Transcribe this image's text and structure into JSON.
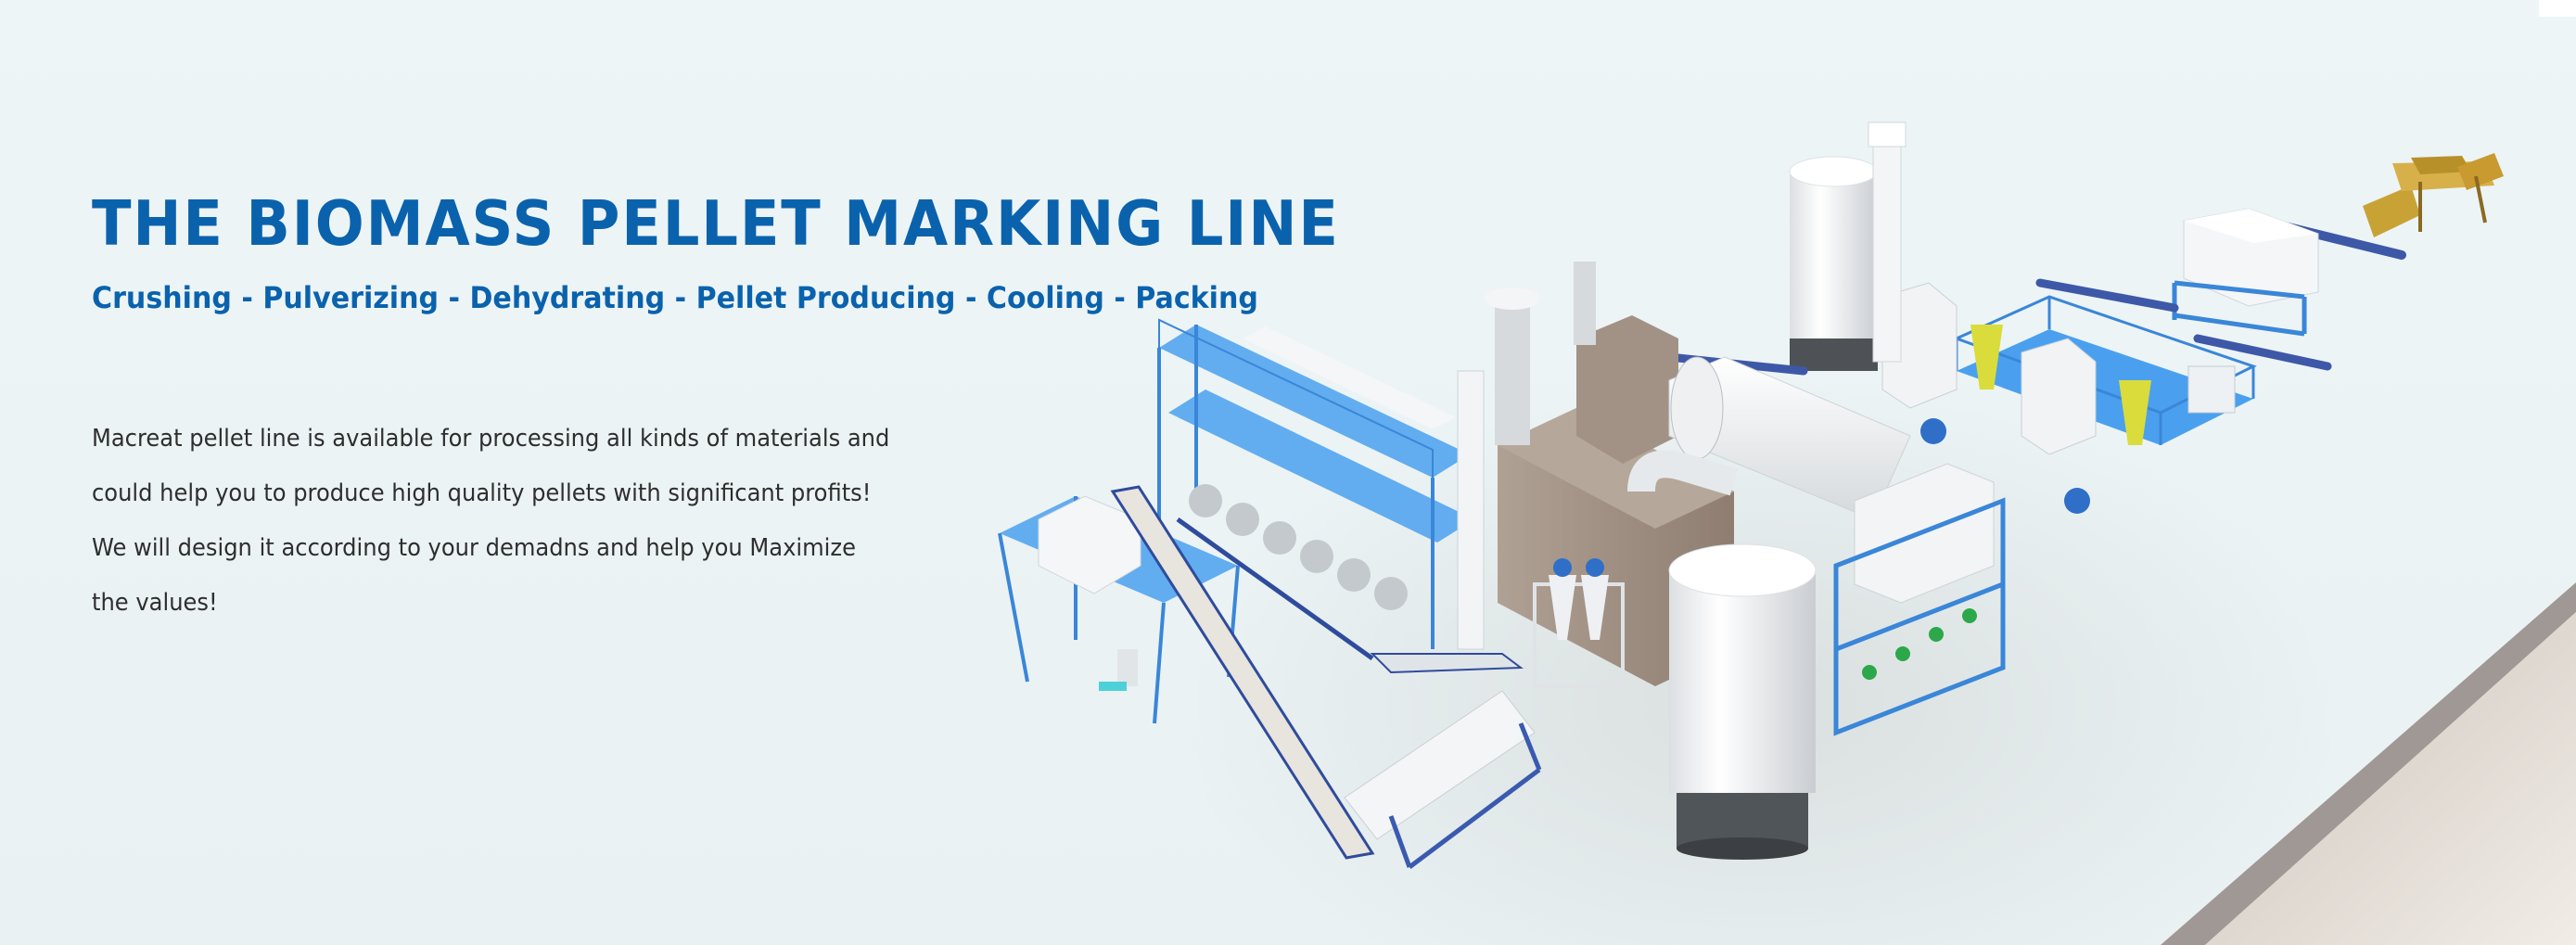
{
  "hero": {
    "title": "THE BIOMASS PELLET MARKING LINE",
    "subtitle": "Crushing - Pulverizing - Dehydrating - Pellet Producing - Cooling - Packing",
    "description_lines": [
      "Macreat pellet line is available for processing all kinds of materials and",
      "could help you to produce high quality pellets with significant profits!",
      "We will design it according to your demadns and help you Maximize",
      "the values!"
    ]
  },
  "illustration": {
    "subject": "biomass pellet production line 3D rendering",
    "equipment": [
      "wood-crusher",
      "belt-conveyor",
      "raw-material-bin",
      "hammer-mill-platform",
      "cyclone-separators",
      "pulse-dust-collectors",
      "storage-silo",
      "bucket-elevator",
      "hot-air-furnace",
      "rotary-drum-dryer",
      "multi-cyclone-group",
      "pellet-mill-platform",
      "counterflow-cooler-silo",
      "vibrating-screen",
      "inclined-belt-conveyor",
      "packing-station"
    ]
  },
  "colors": {
    "brand_blue": "#0a62ad",
    "body_text": "#2e2e2e",
    "background": "#ecf4f6",
    "frame_blue": "#3a86d8",
    "platform_blue": "#4aa0ee",
    "furnace_brown": "#9c8b7e",
    "crusher_gold": "#c9a236",
    "cyclone_yellow": "#d9dc3a"
  }
}
